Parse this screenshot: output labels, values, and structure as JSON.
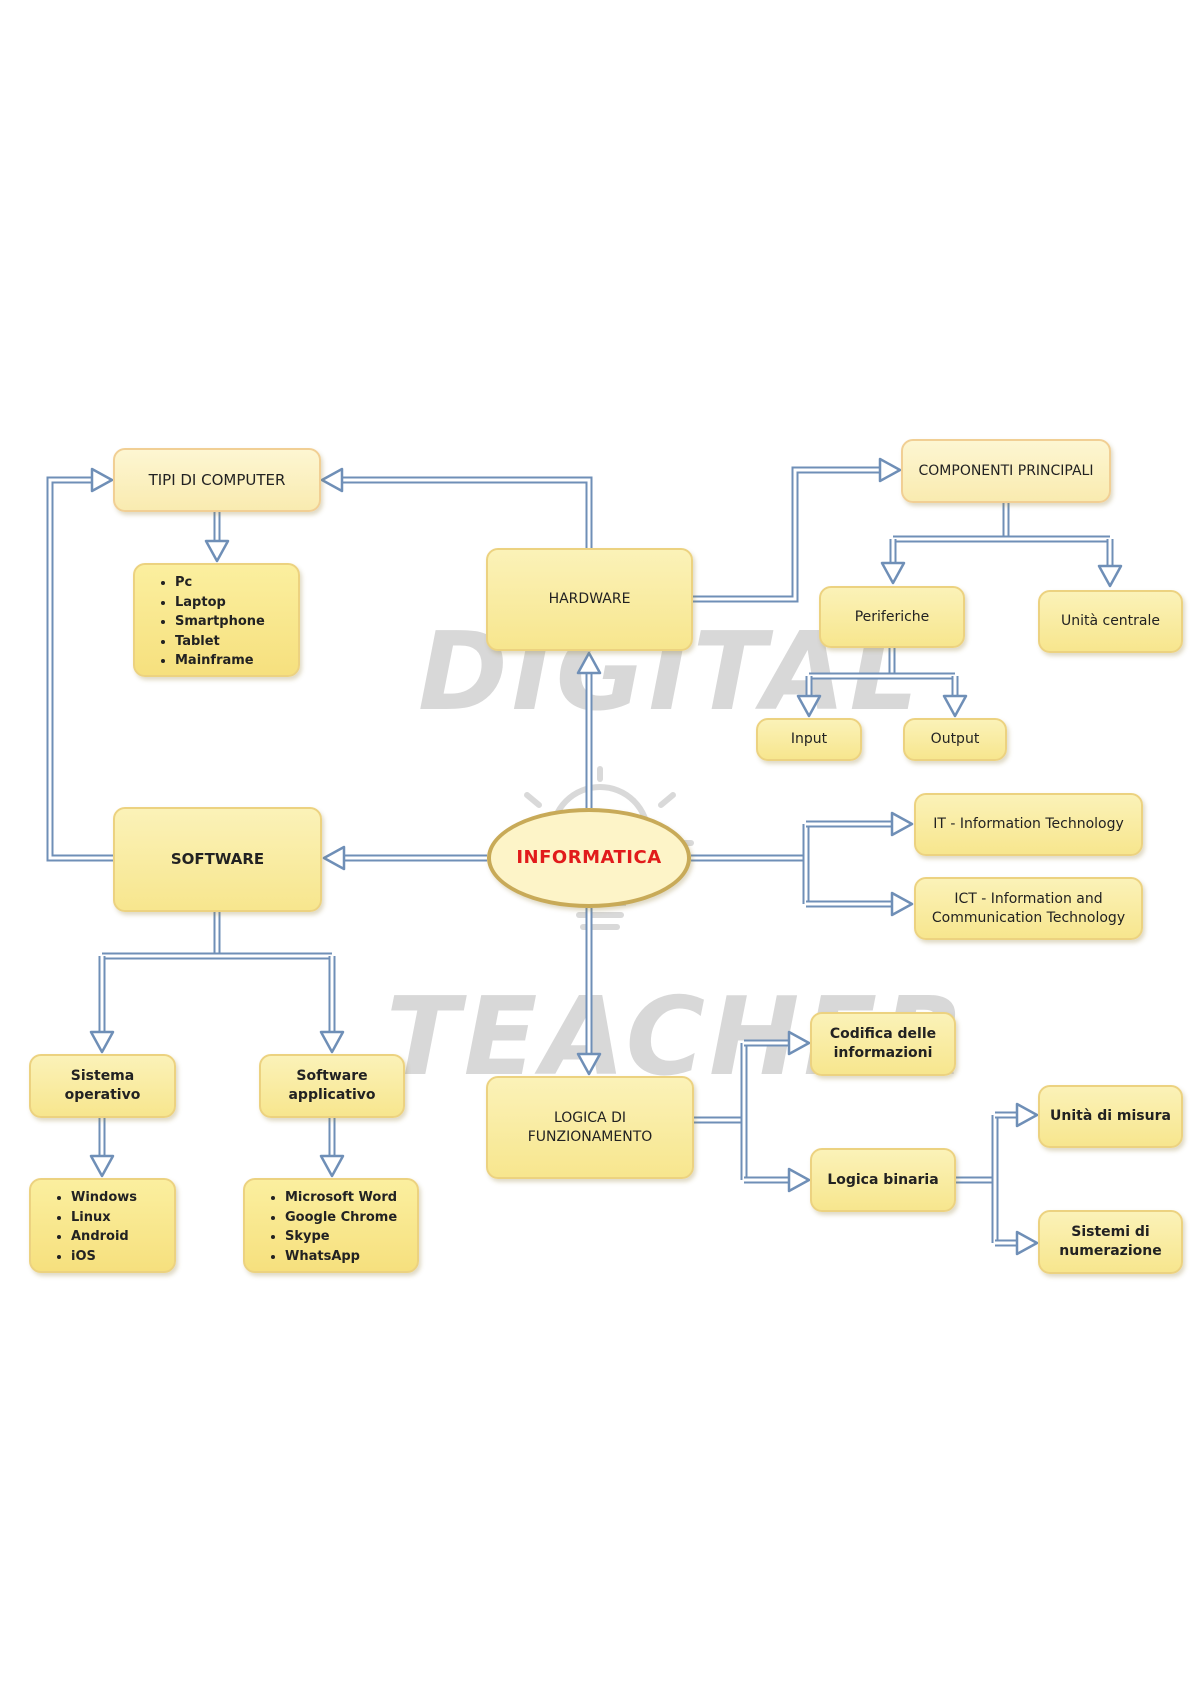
{
  "watermark": {
    "line1": "DIGITAL",
    "line2": "TEACHER"
  },
  "colors": {
    "connector": "#6f8fb7",
    "box_fill": "#f7e68e",
    "center_text": "#e11b1b",
    "center_border": "#c8aa58"
  },
  "nodes": {
    "center": "INFORMATICA",
    "hardware": "HARDWARE",
    "software": "SOFTWARE",
    "logica": "LOGICA DI FUNZIONAMENTO",
    "tipi_computer": "TIPI DI COMPUTER",
    "componenti_principali": "COMPONENTI PRINCIPALI",
    "periferiche": "Periferiche",
    "unita_centrale": "Unità centrale",
    "input": "Input",
    "output": "Output",
    "it": "IT - Information Technology",
    "ict": "ICT - Information and Communication Technology",
    "sistema_operativo": "Sistema operativo",
    "software_applicativo": "Software applicativo",
    "codifica": "Codifica delle informazioni",
    "logica_binaria": "Logica binaria",
    "unita_misura": "Unità di misura",
    "sistemi_numerazione": "Sistemi di numerazione"
  },
  "lists": {
    "computer_types": [
      "Pc",
      "Laptop",
      "Smartphone",
      "Tablet",
      "Mainframe"
    ],
    "operating_systems": [
      "Windows",
      "Linux",
      "Android",
      "iOS"
    ],
    "applications": [
      "Microsoft Word",
      "Google Chrome",
      "Skype",
      "WhatsApp"
    ]
  }
}
